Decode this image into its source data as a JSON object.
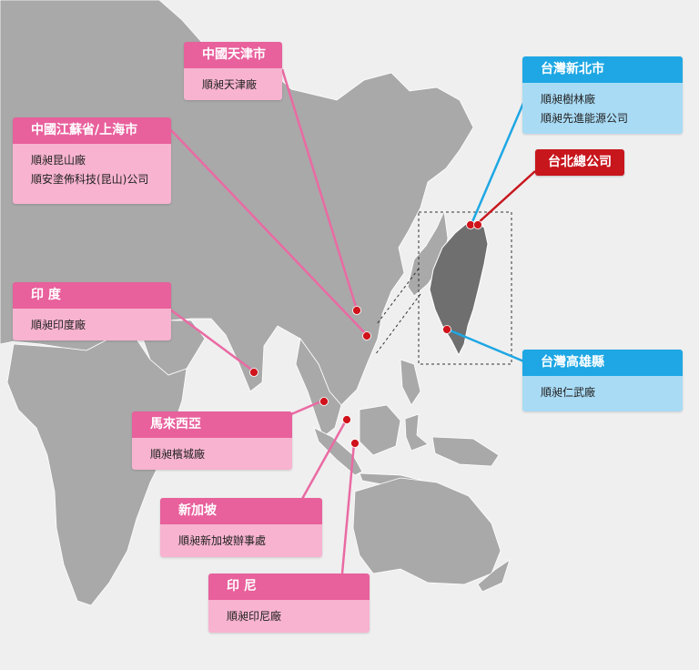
{
  "colors": {
    "background": "#efefef",
    "land": "#a9a9a9",
    "taiwan": "#6f6f6f",
    "pink_header": "#e8609c",
    "pink_body": "#f7b3cf",
    "pink_line": "#ea6aa3",
    "blue_header": "#1ea7e4",
    "blue_body": "#a9dbf5",
    "blue_line": "#1ea7e4",
    "headquarters": "#c8161d",
    "marker": "#d0121b"
  },
  "locations": [
    {
      "id": "tianjin",
      "title": "中國天津市",
      "items": [
        "順昶天津廠"
      ]
    },
    {
      "id": "jiangsu",
      "title": "中國江蘇省/上海市",
      "items": [
        "順昶昆山廠",
        "順安塗佈科技(昆山)公司"
      ]
    },
    {
      "id": "india",
      "title": "印 度",
      "items": [
        "順昶印度廠"
      ]
    },
    {
      "id": "malaysia",
      "title": "馬來西亞",
      "items": [
        "順昶檳城廠"
      ]
    },
    {
      "id": "singapore",
      "title": "新加坡",
      "items": [
        "順昶新加坡辦事處"
      ]
    },
    {
      "id": "indonesia",
      "title": "印 尼",
      "items": [
        "順昶印尼廠"
      ]
    },
    {
      "id": "new-taipei",
      "title": "台灣新北市",
      "items": [
        "順昶樹林廠",
        "順昶先進能源公司"
      ]
    },
    {
      "id": "kaohsiung",
      "title": "台灣高雄縣",
      "items": [
        "順昶仁武廠"
      ]
    }
  ],
  "headquarters": {
    "title": "台北總公司"
  },
  "icons": {
    "marker": "location-marker-icon"
  }
}
